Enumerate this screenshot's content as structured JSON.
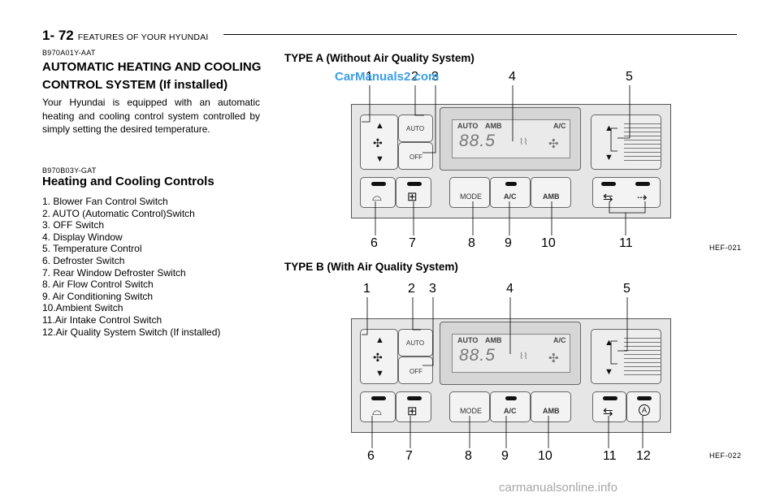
{
  "header": {
    "page_number": "1- 72",
    "section_title": "FEATURES OF YOUR HYUNDAI"
  },
  "article1": {
    "code": "B970A01Y-AAT",
    "title": "AUTOMATIC HEATING AND COOLING CONTROL SYSTEM (If installed)",
    "body": "Your Hyundai is equipped with an automatic heating and cooling control system controlled by simply setting the desired temperature."
  },
  "article2": {
    "code": "B970B03Y-GAT",
    "title": "Heating and Cooling Controls",
    "items": [
      "1.  Blower Fan Control Switch",
      "2.  AUTO (Automatic Control)Switch",
      "3.  OFF  Switch",
      "4.  Display Window",
      "5.  Temperature  Control",
      "6.  Defroster  Switch",
      "7.  Rear Window Defroster Switch",
      "8.  Air Flow Control Switch",
      "9.  Air Conditioning Switch",
      "10.Ambient Switch",
      "11.Air Intake Control Switch",
      "12.Air Quality System Switch (If installed)"
    ]
  },
  "figureA": {
    "heading": "TYPE A (Without Air Quality System)",
    "code": "HEF-021",
    "watermark": "CarManuals2.com",
    "callouts_top": [
      "1",
      "2",
      "3",
      "4",
      "5"
    ],
    "callouts_bottom": [
      "6",
      "7",
      "8",
      "9",
      "10",
      "11"
    ]
  },
  "figureB": {
    "heading": "TYPE B (With Air Quality System)",
    "code": "HEF-022",
    "callouts_top": [
      "1",
      "2",
      "3",
      "4",
      "5"
    ],
    "callouts_bottom": [
      "6",
      "7",
      "8",
      "9",
      "10",
      "11",
      "12"
    ]
  },
  "panel": {
    "auto_label": "AUTO",
    "off_label": "OFF",
    "mode_label": "MODE",
    "ac_label": "A/C",
    "amb_label": "AMB",
    "lcd_auto": "AUTO",
    "lcd_amb": "AMB",
    "lcd_ac": "A/C",
    "lcd_temp": "88.5",
    "aq_label": "A"
  },
  "footer": {
    "watermark": "carmanualsonline.info"
  }
}
